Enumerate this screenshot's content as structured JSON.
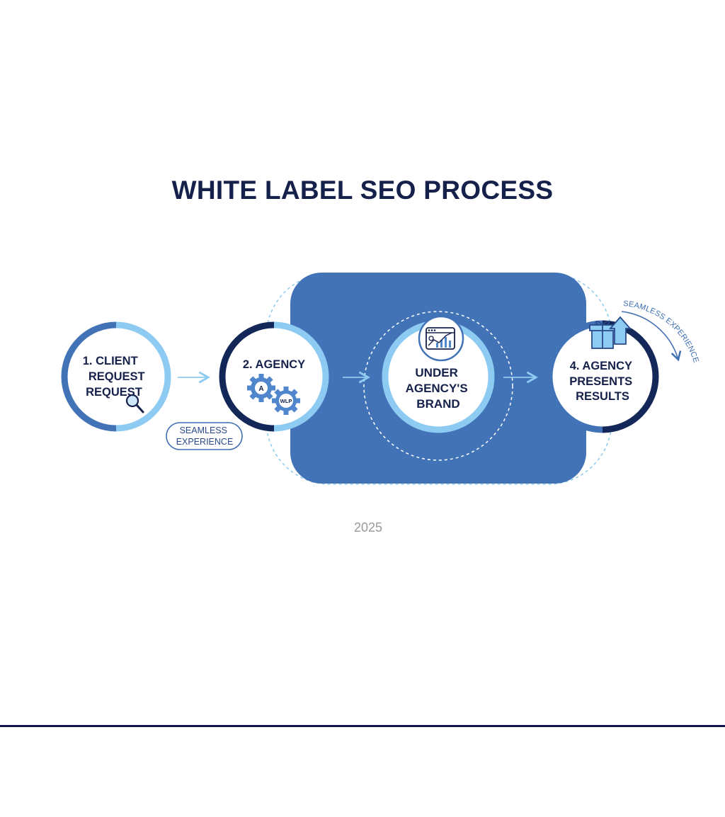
{
  "title": "WHITE LABEL SEO PROCESS",
  "steps": [
    {
      "lines": [
        "1. CLIENT",
        "REQUEST",
        "REQUEST"
      ],
      "icon": "magnifier-icon"
    },
    {
      "lines": [
        "2. AGENCY"
      ],
      "icon": "gears-icon",
      "gear_labels": [
        "A",
        "WLP"
      ]
    },
    {
      "lines": [
        "UNDER",
        "AGENCY'S",
        "BRAND"
      ],
      "icon": "analytics-browser-icon"
    },
    {
      "lines": [
        "4. AGENCY",
        "PRESENTS",
        "RESULTS"
      ],
      "icon": "gift-upload-icon"
    }
  ],
  "badge": {
    "lines": [
      "SEAMLESS",
      "EXPERIENCE"
    ]
  },
  "arc_label": "SEAMLESS EXPERIENCE",
  "year": "2025",
  "colors": {
    "navy": "#15214a",
    "mid_blue": "#4273b7",
    "light_blue": "#8ecbf2",
    "dark_ring": "#132758",
    "panel_blue": "#4273b7",
    "rule": "#14124a"
  }
}
